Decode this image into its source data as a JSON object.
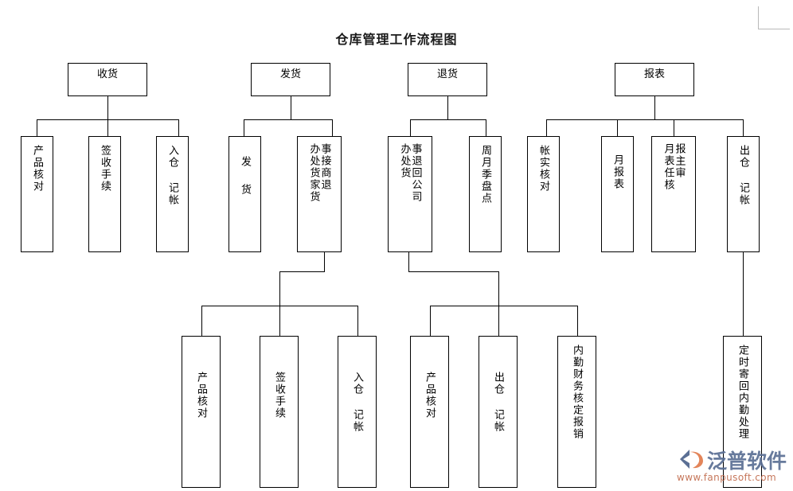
{
  "title": "仓库管理工作流程图",
  "watermark": {
    "brand": "泛普软件",
    "url": "www.fanpusoft.com",
    "logo_icon": "fanpu-logo-icon",
    "brand_color": "#5b6f94",
    "url_color": "#c0694a"
  },
  "colors": {
    "line": "#000000",
    "box_border": "#000000",
    "background": "#ffffff",
    "text": "#000000",
    "corner_mark": "#b9b9b9"
  },
  "diagram": {
    "type": "flowchart",
    "orientation": "top-down",
    "roots": [
      {
        "id": "receiving",
        "label": "收货",
        "children": [
          {
            "id": "recv-check",
            "label": "产品核对"
          },
          {
            "id": "recv-sign",
            "label": "签收手续"
          },
          {
            "id": "recv-instock",
            "label": "入仓  记帐"
          }
        ]
      },
      {
        "id": "shipping",
        "label": "发货",
        "children": [
          {
            "id": "ship-out",
            "label": "发货"
          },
          {
            "id": "ship-return",
            "label_cols": [
              "事接商退",
              "办处货家货"
            ],
            "label": "接商家退货事处办"
          }
        ]
      },
      {
        "id": "returns",
        "label": "退货",
        "children": [
          {
            "id": "ret-company",
            "label_cols": [
              "事退回公司",
              "办处货"
            ],
            "label": "退回公司货事处办"
          },
          {
            "id": "ret-count",
            "label": "周月季盘点"
          }
        ]
      },
      {
        "id": "reports",
        "label": "报表",
        "children": [
          {
            "id": "rpt-recon",
            "label": "帐实核对"
          },
          {
            "id": "rpt-month",
            "label": "月报表"
          },
          {
            "id": "rpt-audit",
            "label_cols": [
              "报主审",
              "月表任核"
            ],
            "label": "月报表主任审核"
          },
          {
            "id": "rpt-outstk",
            "label": "出仓  记帐"
          }
        ]
      }
    ],
    "sub_groups": [
      {
        "id": "ship-return-children",
        "parent": "ship-return",
        "children": [
          {
            "id": "sr-check",
            "label": "产品核对"
          },
          {
            "id": "sr-sign",
            "label": "签收手续"
          },
          {
            "id": "sr-instock",
            "label": "入仓  记帐"
          }
        ]
      },
      {
        "id": "ret-company-children",
        "parent": "ret-company",
        "children": [
          {
            "id": "rc-check",
            "label": "产品核对"
          },
          {
            "id": "rc-outstk",
            "label": "出仓  记帐"
          },
          {
            "id": "rc-finance",
            "label": "内勤财务核定报销"
          }
        ]
      },
      {
        "id": "rpt-outstk-children",
        "parent": "rpt-outstk",
        "children": [
          {
            "id": "ro-mail",
            "label": "定时寄回内勤处理"
          }
        ]
      }
    ]
  }
}
